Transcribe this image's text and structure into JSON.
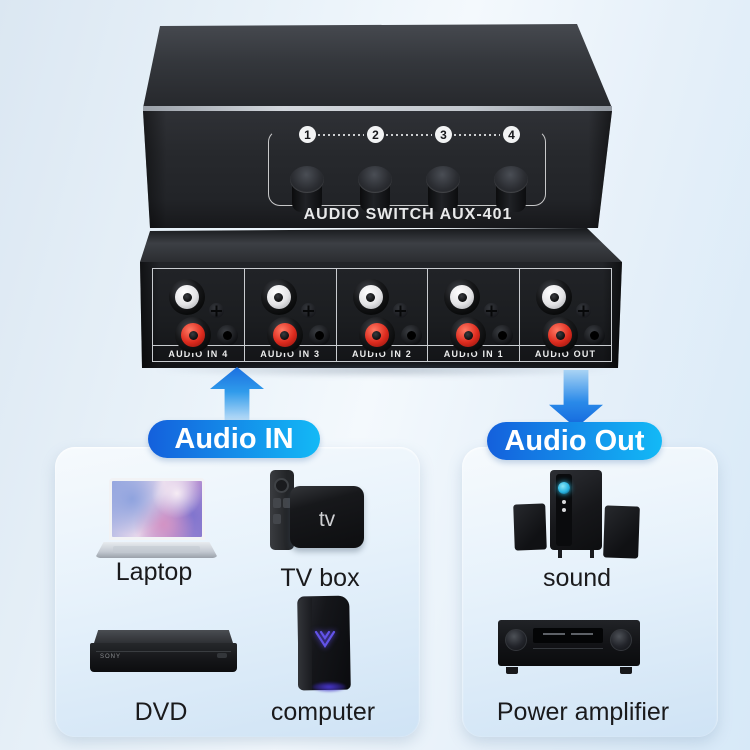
{
  "switch_front": {
    "channel_labels": [
      "1",
      "2",
      "3",
      "4"
    ],
    "model_label": "AUDIO SWITCH AUX-401"
  },
  "switch_rear": {
    "port_labels": [
      "AUDIO IN 4",
      "AUDIO IN 3",
      "AUDIO IN 2",
      "AUDIO IN 1",
      "AUDIO OUT"
    ]
  },
  "flow_labels": {
    "audio_in": "Audio IN",
    "audio_out": "Audio Out"
  },
  "input_panel": {
    "devices": [
      {
        "name": "Laptop"
      },
      {
        "name": "TV box",
        "screen_text": "tv"
      },
      {
        "name": "DVD",
        "brand_text": "SONY"
      },
      {
        "name": "computer"
      }
    ]
  },
  "output_panel": {
    "devices": [
      {
        "name": "sound"
      },
      {
        "name": "Power amplifier"
      }
    ]
  },
  "accent_colors": {
    "arrow_blue": "#1a75e6",
    "pill_gradient_start": "#1460dc",
    "pill_gradient_end": "#13b9f6",
    "rca_red": "#dd2b1e",
    "rca_white": "#f3f3f4",
    "panel_blue": "#cfe3f5"
  }
}
